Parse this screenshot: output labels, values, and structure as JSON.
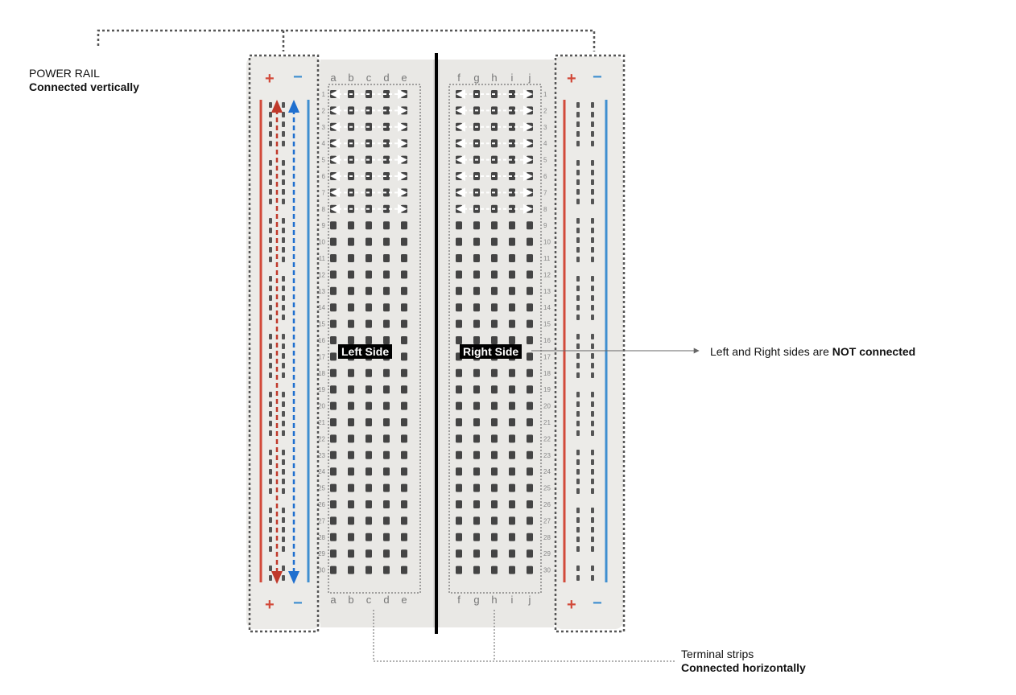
{
  "labels": {
    "power_rail_title": "POWER RAIL",
    "power_rail_note": "Connected vertically",
    "terminal_title": "Terminal strips",
    "terminal_note": "Connected horizontally",
    "not_connected_prefix": "Left and Right sides are ",
    "not_connected_bold": "NOT connected",
    "left_side": "Left Side",
    "right_side": "Right Side"
  },
  "breadboard": {
    "columns_left": [
      "a",
      "b",
      "c",
      "d",
      "e"
    ],
    "columns_right": [
      "f",
      "g",
      "h",
      "i",
      "j"
    ],
    "rows": [
      "1",
      "2",
      "3",
      "4",
      "5",
      "6",
      "7",
      "8",
      "9",
      "10",
      "11",
      "12",
      "13",
      "14",
      "15",
      "16",
      "17",
      "18",
      "19",
      "20",
      "21",
      "22",
      "23",
      "24",
      "25",
      "26",
      "27",
      "28",
      "29",
      "30"
    ],
    "plus_symbol": "+",
    "minus_symbol": "−",
    "highlighted_rows": 8
  },
  "colors": {
    "positive_rail": "#d24a3a",
    "negative_rail": "#3f8fd0",
    "board": "#ebebe9",
    "hole": "#444444",
    "callout": "#555555"
  }
}
